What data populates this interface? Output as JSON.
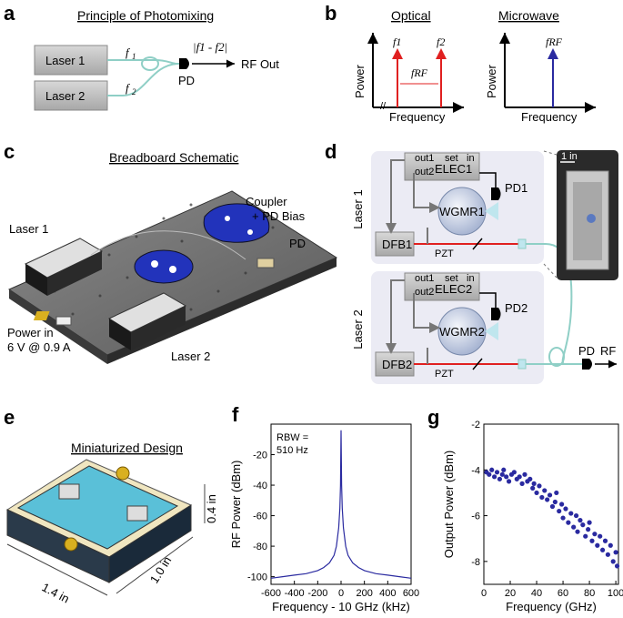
{
  "panels": {
    "a": {
      "letter": "a",
      "title": "Principle of Photomixing",
      "laser1": "Laser 1",
      "laser2": "Laser 2",
      "f1_sym": "f",
      "f1_sub": "1",
      "f2_sym": "f",
      "f2_sub": "2",
      "beat": "|f1 - f2|",
      "pd": "PD",
      "rf_out": "RF Out"
    },
    "b": {
      "letter": "b",
      "title_optical": "Optical",
      "title_microwave": "Microwave",
      "ylabel": "Power",
      "xlabel": "Frequency",
      "f1": "f1",
      "f2": "f2",
      "frf": "fRF",
      "frf_mw": "fRF",
      "colors": {
        "optical": "#e02020",
        "microwave": "#2a2aa0"
      }
    },
    "c": {
      "letter": "c",
      "title": "Breadboard Schematic",
      "laser1": "Laser 1",
      "laser2": "Laser 2",
      "coupler": "Coupler",
      "pd_bias": "+ PD Bias",
      "pd": "PD",
      "power_in": "Power in",
      "power_val": "6 V @ 0.9 A"
    },
    "d": {
      "letter": "d",
      "laser1_side": "Laser 1",
      "laser2_side": "Laser 2",
      "elec1": "ELEC1",
      "elec2": "ELEC2",
      "wgmr1": "WGMR1",
      "wgmr2": "WGMR2",
      "dfb1": "DFB1",
      "dfb2": "DFB2",
      "pd1": "PD1",
      "pd2": "PD2",
      "pzt": "PZT",
      "out1": "out1",
      "out2": "out2",
      "set": "set",
      "in": "in",
      "pd": "PD",
      "rf": "RF",
      "scale": "1 in"
    },
    "e": {
      "letter": "e",
      "title": "Miniaturized Design",
      "dim_h": "0.4 in",
      "dim_w": "1.4 in",
      "dim_d": "1.0 in"
    },
    "f": {
      "letter": "f"
    },
    "g": {
      "letter": "g"
    }
  },
  "chart_data": [
    {
      "id": "f",
      "type": "line",
      "annotation": "RBW =\n510 Hz",
      "annotation_l1": "RBW =",
      "annotation_l2": "510 Hz",
      "xlabel": "Frequency - 10 GHz (kHz)",
      "ylabel": "RF Power (dBm)",
      "xlim": [
        -600,
        600
      ],
      "ylim": [
        -105,
        0
      ],
      "xticks": [
        -600,
        -400,
        -200,
        0,
        200,
        400,
        600
      ],
      "yticks": [
        -100,
        -80,
        -60,
        -40,
        -20
      ],
      "color": "#2a2aa0",
      "x": [
        -600,
        -500,
        -400,
        -300,
        -200,
        -150,
        -100,
        -60,
        -40,
        -20,
        -10,
        -5,
        0,
        5,
        10,
        20,
        40,
        60,
        100,
        150,
        200,
        300,
        400,
        500,
        600
      ],
      "y": [
        -101,
        -100,
        -99,
        -98,
        -96,
        -94,
        -91,
        -86,
        -80,
        -68,
        -55,
        -40,
        -4,
        -40,
        -55,
        -68,
        -80,
        -86,
        -91,
        -94,
        -96,
        -98,
        -99,
        -100,
        -101
      ]
    },
    {
      "id": "g",
      "type": "scatter",
      "xlabel": "Frequency (GHz)",
      "ylabel": "Output Power (dBm)",
      "xlim": [
        0,
        102
      ],
      "ylim": [
        -9,
        -2
      ],
      "xticks": [
        0,
        20,
        40,
        60,
        80,
        100
      ],
      "yticks": [
        -8,
        -6,
        -4,
        -2
      ],
      "color": "#2a2aa0",
      "x": [
        2,
        4,
        6,
        8,
        10,
        12,
        14,
        15,
        17,
        19,
        21,
        23,
        25,
        27,
        29,
        31,
        33,
        35,
        37,
        38,
        40,
        42,
        44,
        46,
        48,
        50,
        52,
        54,
        55,
        57,
        59,
        60,
        62,
        64,
        66,
        68,
        70,
        71,
        73,
        75,
        77,
        79,
        80,
        82,
        84,
        86,
        88,
        90,
        92,
        94,
        96,
        98,
        100,
        101
      ],
      "y": [
        -4.1,
        -4.2,
        -4.0,
        -4.3,
        -4.1,
        -4.4,
        -4.2,
        -4.0,
        -4.3,
        -4.5,
        -4.2,
        -4.1,
        -4.4,
        -4.3,
        -4.6,
        -4.2,
        -4.5,
        -4.4,
        -4.8,
        -4.6,
        -5.0,
        -4.7,
        -5.2,
        -4.9,
        -5.3,
        -5.1,
        -5.6,
        -5.4,
        -5.0,
        -5.8,
        -5.5,
        -6.1,
        -5.7,
        -6.3,
        -5.9,
        -6.5,
        -6.0,
        -6.7,
        -6.2,
        -6.4,
        -6.9,
        -6.6,
        -6.3,
        -7.1,
        -6.8,
        -7.3,
        -6.9,
        -7.5,
        -7.1,
        -7.7,
        -7.3,
        -8.0,
        -7.6,
        -8.2
      ]
    }
  ]
}
